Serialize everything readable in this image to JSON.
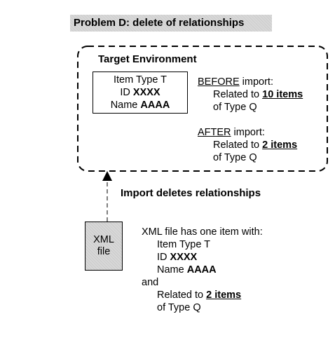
{
  "title": "Problem D: delete of relationships",
  "target_env": {
    "title": "Target Environment",
    "item_box": {
      "line1": "Item Type T",
      "id_prefix": "ID ",
      "id_value": "XXXX",
      "name_prefix": "Name ",
      "name_value": "AAAA"
    },
    "before": {
      "label": "BEFORE",
      "suffix": " import:",
      "related_prefix": "Related to ",
      "related_value": "10 items",
      "of_type": "of Type Q"
    },
    "after": {
      "label": "AFTER",
      "suffix": " import:",
      "related_prefix": "Related to ",
      "related_value": "2 items",
      "of_type": "of Type Q"
    }
  },
  "arrow_label": "Import deletes relationships",
  "xml_box": {
    "line1": "XML",
    "line2": "file"
  },
  "xml_desc": {
    "line1": "XML file has one item with:",
    "line2": "Item Type T",
    "id_prefix": "ID ",
    "id_value": "XXXX",
    "name_prefix": "Name ",
    "name_value": "AAAA",
    "and": "and",
    "related_prefix": "Related to ",
    "related_value": "2 items",
    "of_type": "of Type Q"
  }
}
